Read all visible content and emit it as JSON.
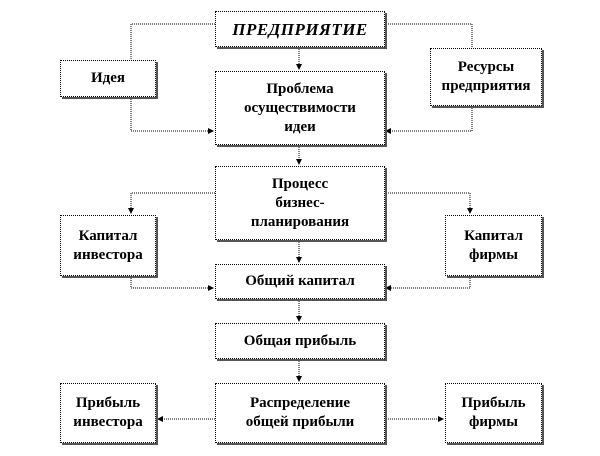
{
  "nodes": {
    "enterprise": "ПРЕДПРИЯТИЕ",
    "idea": "Идея",
    "resources": "Ресурсы\nпредприятия",
    "problem": "Проблема\nосуществимости\nидеи",
    "process": "Процесс\nбизнес-\nпланирования",
    "investor_capital": "Капитал\nинвестора",
    "firm_capital": "Капитал\nфирмы",
    "total_capital": "Общий  капитал",
    "total_profit": "Общая  прибыль",
    "distribution": "Распределение\nобщей прибыли",
    "investor_profit": "Прибыль\nинвестора",
    "firm_profit": "Прибыль\nфирмы"
  }
}
